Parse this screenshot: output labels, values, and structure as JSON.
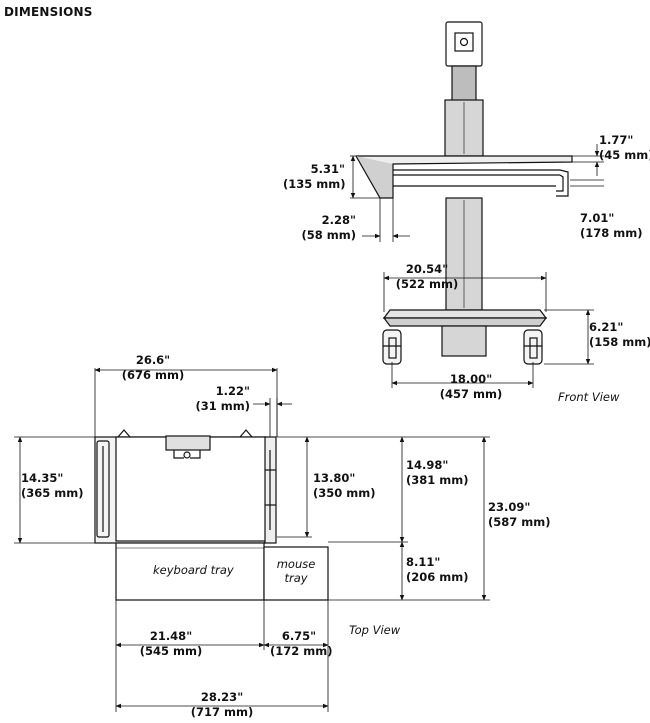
{
  "heading": "DIMENSIONS",
  "views": {
    "front": "Front View",
    "top": "Top View"
  },
  "parts": {
    "keyboard_tray": "keyboard tray",
    "mouse_tray_line1": "mouse",
    "mouse_tray_line2": "tray"
  },
  "dimensions": {
    "tray_thickness": {
      "in": "1.77\"",
      "mm": "(45 mm)"
    },
    "worksurface_depth": {
      "in": "5.31\"",
      "mm": "(135 mm)"
    },
    "bracket_offset": {
      "in": "2.28\"",
      "mm": "(58 mm)"
    },
    "tray_drop": {
      "in": "7.01\"",
      "mm": "(178 mm)"
    },
    "base_upper_width": {
      "in": "20.54\"",
      "mm": "(522 mm)"
    },
    "base_height": {
      "in": "6.21\"",
      "mm": "(158 mm)"
    },
    "base_width": {
      "in": "18.00\"",
      "mm": "(457 mm)"
    },
    "overall_width": {
      "in": "26.6\"",
      "mm": "(676 mm)"
    },
    "rail_width": {
      "in": "1.22\"",
      "mm": "(31 mm)"
    },
    "upper_depth": {
      "in": "14.35\"",
      "mm": "(365 mm)"
    },
    "inner_depth": {
      "in": "13.80\"",
      "mm": "(350 mm)"
    },
    "surface_depth": {
      "in": "14.98\"",
      "mm": "(381 mm)"
    },
    "overall_depth": {
      "in": "23.09\"",
      "mm": "(587 mm)"
    },
    "tray_depth": {
      "in": "8.11\"",
      "mm": "(206 mm)"
    },
    "keyboard_width": {
      "in": "21.48\"",
      "mm": "(545 mm)"
    },
    "mouse_width": {
      "in": "6.75\"",
      "mm": "(172 mm)"
    },
    "tray_total_width": {
      "in": "28.23\"",
      "mm": "(717 mm)"
    }
  }
}
